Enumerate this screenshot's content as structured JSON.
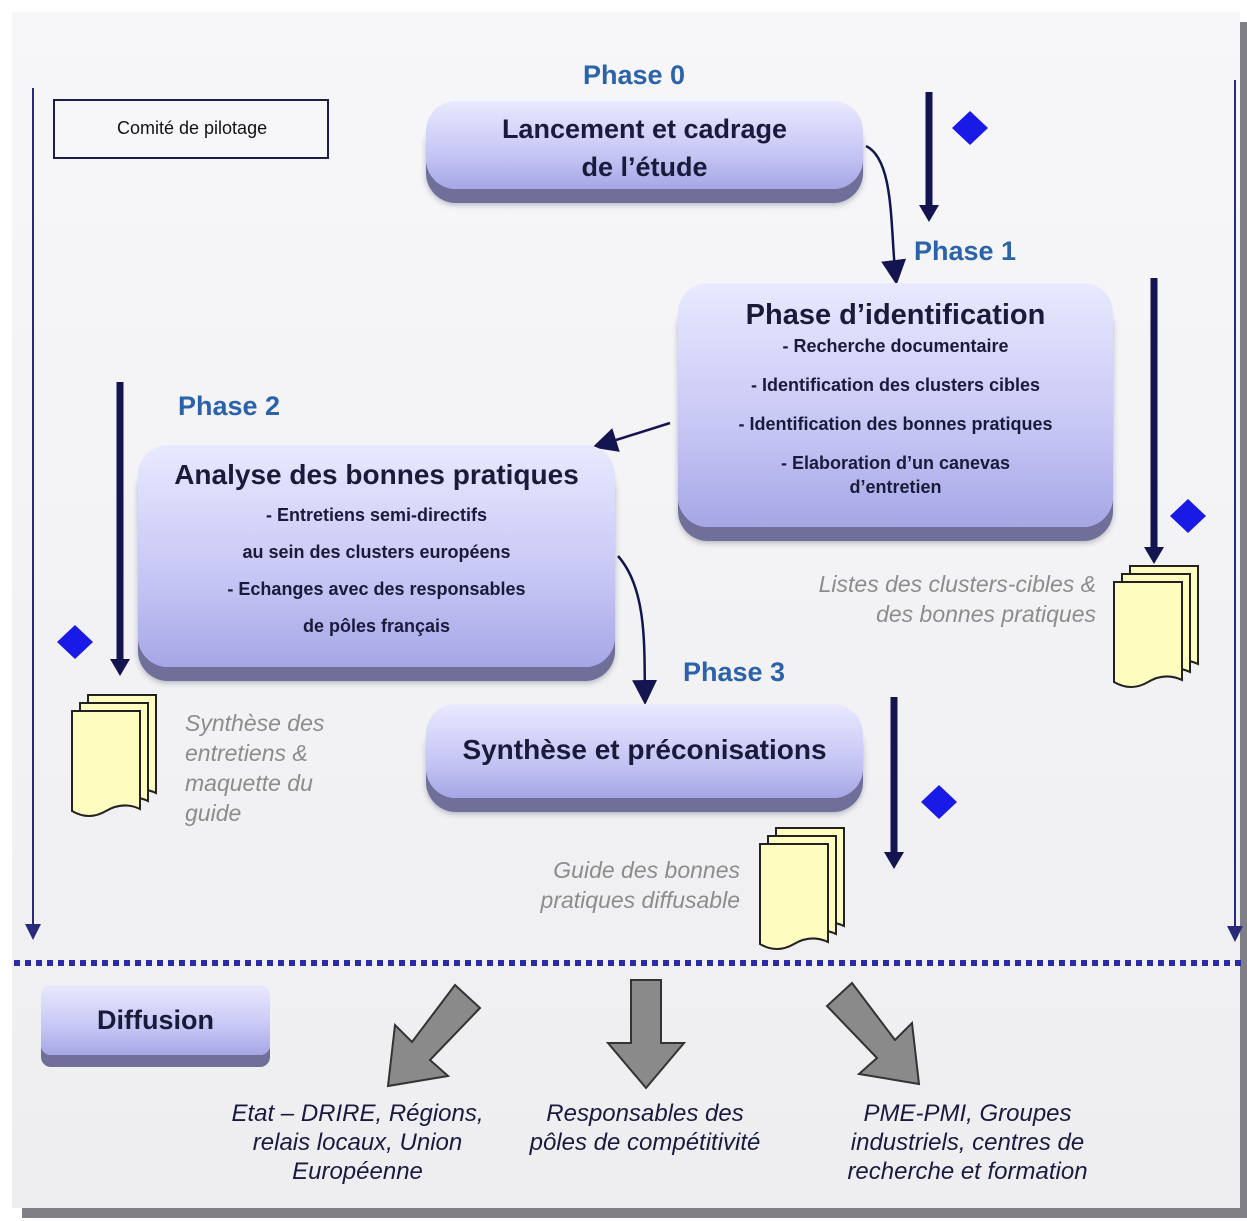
{
  "legend": {
    "label": "Comité de pilotage"
  },
  "phases": {
    "p0": {
      "label": "Phase 0",
      "title": "Lancement et cadrage de l’étude"
    },
    "p1": {
      "label": "Phase 1",
      "title": "Phase d’identification",
      "items": [
        "- Recherche documentaire",
        "- Identification des clusters cibles",
        "- Identification des bonnes pratiques",
        "- Elaboration d’un canevas d’entretien"
      ]
    },
    "p2": {
      "label": "Phase 2",
      "title": "Analyse des bonnes pratiques",
      "items": [
        "- Entretiens semi-directifs",
        "au sein des clusters européens",
        "- Echanges avec des responsables",
        "de pôles français"
      ]
    },
    "p3": {
      "label": "Phase 3",
      "title": "Synthèse et préconisations"
    }
  },
  "deliverables": {
    "p1": "Listes des clusters-cibles & des bonnes pratiques",
    "p2": "Synthèse des entretiens & maquette du guide",
    "p3": "Guide des bonnes pratiques diffusable"
  },
  "diffusion": {
    "label": "Diffusion",
    "audiences": [
      "Etat – DRIRE, Régions, relais locaux, Union Européenne",
      "Responsables des pôles de compétitivité",
      "PME-PMI, Groupes industriels, centres de recherche et formation"
    ]
  },
  "colors": {
    "phase_label": "#2b62a8",
    "milestone_diamond": "#1a1ae6",
    "flow_arrow": "#141450",
    "diffusion_arrow": "#808080",
    "document": "#fffcc0"
  }
}
